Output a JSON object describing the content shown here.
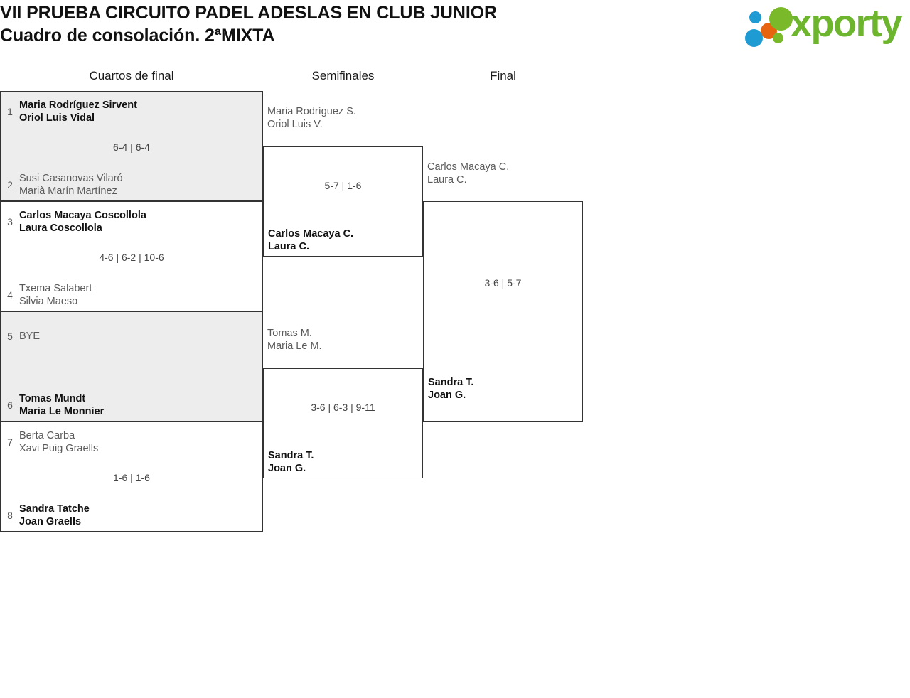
{
  "header": {
    "title_line1": "VII PRUEBA CIRCUITO PADEL ADESLAS EN CLUB JUNIOR",
    "title_line2": "Cuadro de consolación. 2ªMIXTA",
    "logo_text": "xporty",
    "logo_colors": {
      "green": "#6cb52d",
      "blue": "#1f9bd4",
      "orange": "#e8630f"
    }
  },
  "bracket": {
    "rounds": [
      {
        "label": "Cuartos de final"
      },
      {
        "label": "Semifinales"
      },
      {
        "label": "Final"
      }
    ],
    "round1": [
      {
        "shaded": true,
        "top": {
          "seed": "1",
          "line1": "Maria Rodríguez Sirvent",
          "line2": "Oriol Luis Vidal",
          "winner": true
        },
        "bottom": {
          "seed": "2",
          "line1": "Susi Casanovas Vilaró",
          "line2": "Marià Marín Martínez",
          "winner": false
        },
        "score": "6-4 | 6-4"
      },
      {
        "shaded": false,
        "top": {
          "seed": "3",
          "line1": "Carlos Macaya Coscollola",
          "line2": "Laura Coscollola",
          "winner": true
        },
        "bottom": {
          "seed": "4",
          "line1": "Txema Salabert",
          "line2": "Silvia Maeso",
          "winner": false
        },
        "score": "4-6 | 6-2 | 10-6"
      },
      {
        "shaded": true,
        "top": {
          "seed": "5",
          "line1": "BYE",
          "line2": "",
          "winner": false
        },
        "bottom": {
          "seed": "6",
          "line1": "Tomas Mundt",
          "line2": "Maria Le Monnier",
          "winner": true
        },
        "score": ""
      },
      {
        "shaded": false,
        "top": {
          "seed": "7",
          "line1": "Berta Carba",
          "line2": "Xavi Puig Graells",
          "winner": false
        },
        "bottom": {
          "seed": "8",
          "line1": "Sandra Tatche",
          "line2": "Joan Graells",
          "winner": true
        },
        "score": "1-6 | 1-6"
      }
    ],
    "round2": [
      {
        "top": {
          "line1": "Maria Rodríguez S.",
          "line2": "Oriol Luis V.",
          "winner": false
        },
        "bottom": {
          "line1": "Carlos Macaya C.",
          "line2": "Laura C.",
          "winner": true
        },
        "score": "5-7 | 1-6"
      },
      {
        "top": {
          "line1": "Tomas M.",
          "line2": "Maria Le M.",
          "winner": false
        },
        "bottom": {
          "line1": "Sandra T.",
          "line2": "Joan G.",
          "winner": true
        },
        "score": "3-6 | 6-3 | 9-11"
      }
    ],
    "round3": [
      {
        "top": {
          "line1": "Carlos Macaya C.",
          "line2": "Laura C.",
          "winner": false
        },
        "bottom": {
          "line1": "Sandra T.",
          "line2": "Joan G.",
          "winner": true
        },
        "score": "3-6 | 5-7"
      }
    ]
  }
}
